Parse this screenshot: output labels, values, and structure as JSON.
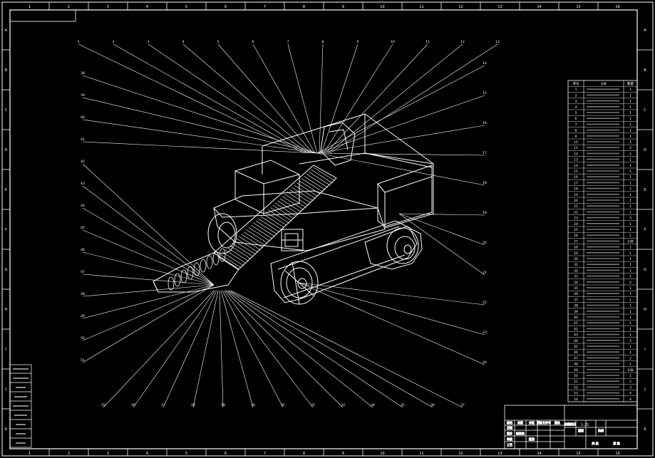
{
  "drawing": {
    "background": "#000000",
    "line_color": "#ffffff",
    "accent_color": "#ffff00"
  },
  "border": {
    "column_markers": [
      "1",
      "2",
      "3",
      "4",
      "5",
      "6",
      "7",
      "8",
      "9",
      "10",
      "11",
      "12",
      "13",
      "14",
      "15",
      "16"
    ],
    "row_markers": [
      "A",
      "B",
      "C",
      "D",
      "E",
      "F",
      "G",
      "H",
      "I",
      "J",
      "K"
    ]
  },
  "leaders": {
    "top": [
      "1",
      "2",
      "3",
      "4",
      "5",
      "6",
      "7",
      "8",
      "9",
      "10",
      "11",
      "12",
      "13"
    ],
    "right": [
      "14",
      "15",
      "16",
      "17",
      "18",
      "19",
      "20",
      "21",
      "22",
      "23",
      "24"
    ],
    "bottom": [
      "25",
      "26",
      "27",
      "28",
      "29",
      "30",
      "31",
      "32",
      "33",
      "34",
      "35",
      "36",
      "37"
    ],
    "left": [
      "38",
      "39",
      "40",
      "41",
      "42",
      "43",
      "44",
      "45",
      "46",
      "47",
      "48",
      "49",
      "50",
      "51"
    ]
  },
  "bom": {
    "header": [
      "序号",
      "名称",
      "数量"
    ],
    "rows": [
      [
        "1",
        "",
        "1"
      ],
      [
        "2",
        "",
        "1"
      ],
      [
        "3",
        "",
        "1"
      ],
      [
        "4",
        "",
        "1"
      ],
      [
        "5",
        "",
        "1"
      ],
      [
        "6",
        "",
        "1"
      ],
      [
        "7",
        "",
        "1"
      ],
      [
        "8",
        "",
        "1"
      ],
      [
        "9",
        "",
        "1"
      ],
      [
        "10",
        "",
        "1"
      ],
      [
        "11",
        "",
        "2"
      ],
      [
        "12",
        "",
        "2"
      ],
      [
        "13",
        "",
        "1"
      ],
      [
        "14",
        "",
        "1"
      ],
      [
        "15",
        "",
        "1"
      ],
      [
        "16",
        "",
        "1"
      ],
      [
        "17",
        "",
        "1"
      ],
      [
        "18",
        "",
        "1"
      ],
      [
        "19",
        "",
        "1"
      ],
      [
        "20",
        "",
        "1"
      ],
      [
        "21",
        "",
        "1"
      ],
      [
        "22",
        "",
        "1"
      ],
      [
        "23",
        "",
        "3"
      ],
      [
        "24",
        "",
        "1"
      ],
      [
        "25",
        "",
        "1"
      ],
      [
        "26",
        "",
        "1"
      ],
      [
        "27",
        "",
        "108"
      ],
      [
        "28",
        "",
        "1"
      ],
      [
        "29",
        "",
        "1"
      ],
      [
        "30",
        "",
        "1"
      ],
      [
        "31",
        "",
        "1"
      ],
      [
        "32",
        "",
        "1"
      ],
      [
        "33",
        "",
        "1"
      ],
      [
        "34",
        "",
        "2"
      ],
      [
        "35",
        "",
        "1"
      ],
      [
        "36",
        "",
        "1"
      ],
      [
        "37",
        "",
        "1"
      ],
      [
        "38",
        "",
        "1"
      ],
      [
        "39",
        "",
        "1"
      ],
      [
        "40",
        "",
        "1"
      ],
      [
        "41",
        "",
        "1"
      ],
      [
        "42",
        "",
        "1"
      ],
      [
        "43",
        "",
        "1"
      ],
      [
        "44",
        "",
        "1"
      ],
      [
        "45",
        "",
        "1"
      ],
      [
        "46",
        "",
        "1"
      ],
      [
        "47",
        "",
        "2"
      ],
      [
        "48",
        "",
        "1"
      ],
      [
        "49",
        "",
        "108"
      ],
      [
        "50",
        "",
        "1"
      ],
      [
        "51",
        "",
        "2"
      ],
      [
        "52",
        "",
        "3"
      ],
      [
        "53",
        "",
        "4"
      ],
      [
        "54",
        "",
        "4"
      ]
    ]
  },
  "title_block": {
    "scale": "1:25",
    "cells": [
      "标记",
      "处数",
      "分区",
      "更改文件号",
      "签名",
      "日期",
      "设计",
      "标准化",
      "审核",
      "工艺",
      "批准",
      "阶段标记",
      "重量",
      "比例",
      "共 张",
      "第 张"
    ]
  }
}
